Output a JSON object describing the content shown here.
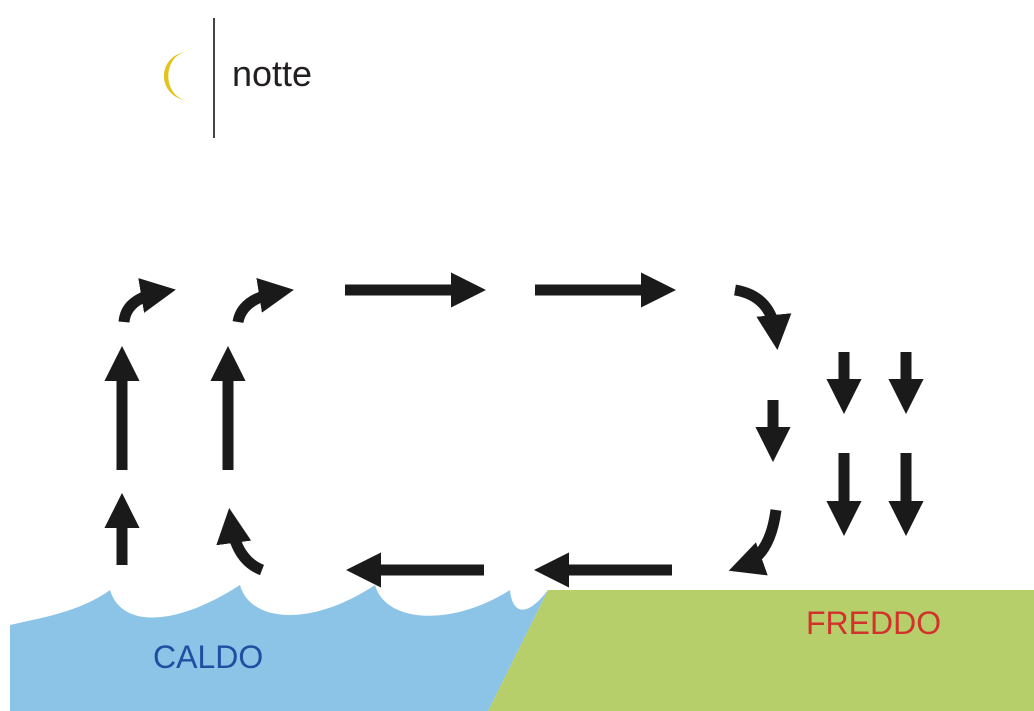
{
  "header": {
    "title": "notte",
    "icon": "crescent-moon-icon"
  },
  "zones": {
    "sea_label": "CALDO",
    "land_label": "FREDDO"
  },
  "colors": {
    "moon": "#e2c41c",
    "sea": "#8bc4e6",
    "land": "#b7cf6b",
    "sea_label": "#1f4fa0",
    "land_label": "#d2322b",
    "arrows": "#1a1a1a"
  },
  "icons": [
    "crescent-moon-icon",
    "circulation-arrow-icon"
  ]
}
